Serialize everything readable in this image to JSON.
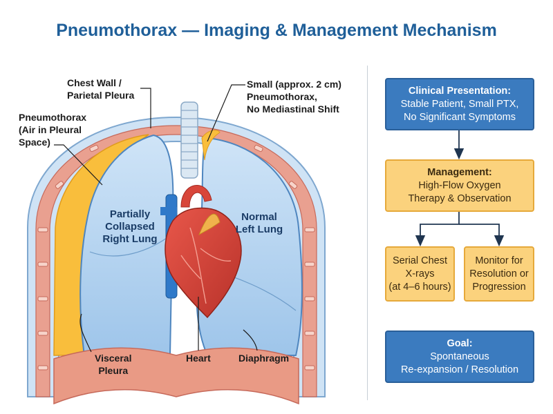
{
  "title": "Pneumothorax — Imaging & Management Mechanism",
  "labels": {
    "chest_wall": "Chest Wall /\nParietal Pleura",
    "small_ptx": "Small (approx. 2 cm)\nPneumothorax,\nNo Mediastinal Shift",
    "pneumothorax": "Pneumothorax\n(Air in Pleural\nSpace)",
    "right_lung": "Partially\nCollapsed\nRight Lung",
    "left_lung": "Normal\nLeft Lung",
    "visceral": "Visceral\nPleura",
    "heart": "Heart",
    "diaphragm": "Diaphragm"
  },
  "flow": {
    "presentation": {
      "heading": "Clinical Presentation:",
      "body": "Stable Patient, Small PTX,\nNo Significant Symptoms"
    },
    "management": {
      "heading": "Management:",
      "body": "High-Flow Oxygen\nTherapy & Observation"
    },
    "xrays": {
      "body": "Serial Chest\nX-rays\n(at 4–6 hours)"
    },
    "monitor": {
      "body": "Monitor for\nResolution or\nProgression"
    },
    "goal": {
      "heading": "Goal:",
      "body": "Spontaneous\nRe-expansion / Resolution"
    }
  },
  "colors": {
    "title": "#1f5f99",
    "box_blue": "#3b7bbf",
    "box_amber": "#fbd27d",
    "lung": "#a9cdee",
    "air": "#f9be3c",
    "heart": "#d8463a",
    "vessel_blue": "#2f79c9"
  }
}
